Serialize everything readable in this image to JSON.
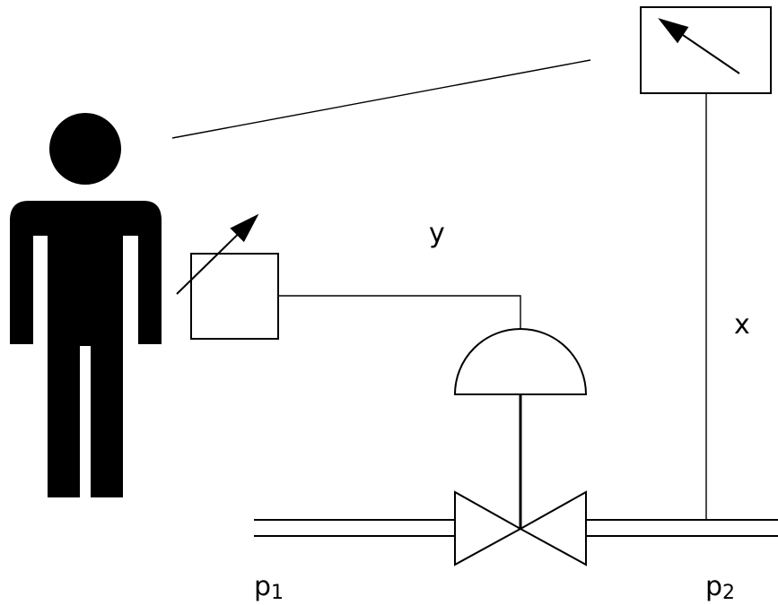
{
  "labels": {
    "y": "y",
    "x": "x",
    "p1": {
      "base": "p",
      "sub": "1"
    },
    "p2": {
      "base": "p",
      "sub": "2"
    }
  },
  "elements": {
    "operator": "person-icon",
    "controller": "adjustable-controller-box",
    "indicator": "indicator-gauge-box",
    "actuator": "diaphragm-actuator",
    "valve": "control-valve",
    "pipe": "process-pipe"
  },
  "colors": {
    "stroke": "#000000",
    "fill": "#000000",
    "background": "#ffffff"
  }
}
